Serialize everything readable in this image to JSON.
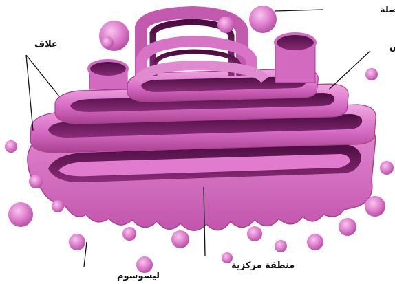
{
  "labels": {
    "vesicle": "حويصلة",
    "sac": "كيس",
    "membrane": "غلاف",
    "central_region": "منطقة مركزية",
    "lysosome": "ليسوسوم"
  },
  "colors": {
    "membrane_light": "#e98bd8",
    "membrane_mid": "#d061bd",
    "membrane_dark": "#8e2a7d",
    "lumen": "#5c1450",
    "background": "#ffffff",
    "text": "#111111"
  }
}
